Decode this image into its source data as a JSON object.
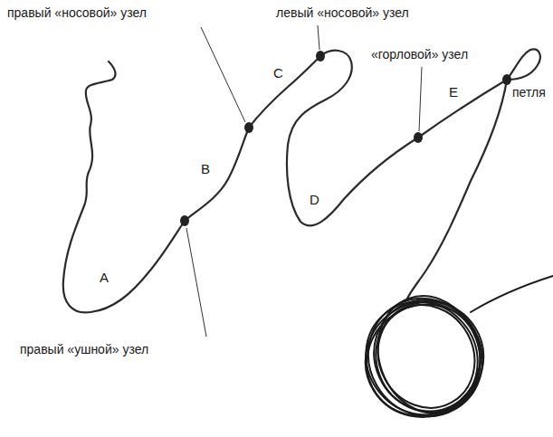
{
  "diagram": {
    "labels": [
      "правый «носовой» узел",
      "левый «носовой» узел",
      "«горловой» узел",
      "C",
      "E",
      "петля",
      "B",
      "D",
      "A",
      "правый «ушной» узел"
    ]
  }
}
